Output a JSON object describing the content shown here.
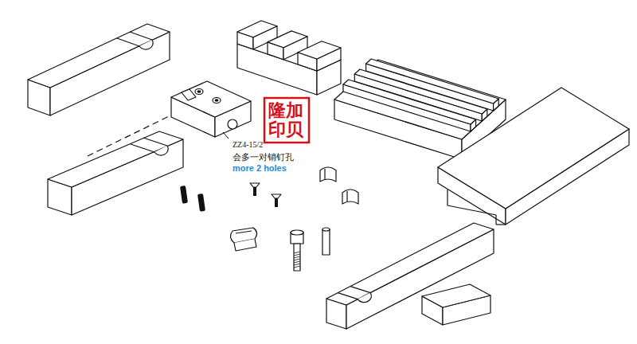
{
  "diagram": {
    "labels": [
      "ZZ4-15/2",
      "会多一对销钉孔",
      "more 2 holes",
      "隆加印贝"
    ]
  }
}
